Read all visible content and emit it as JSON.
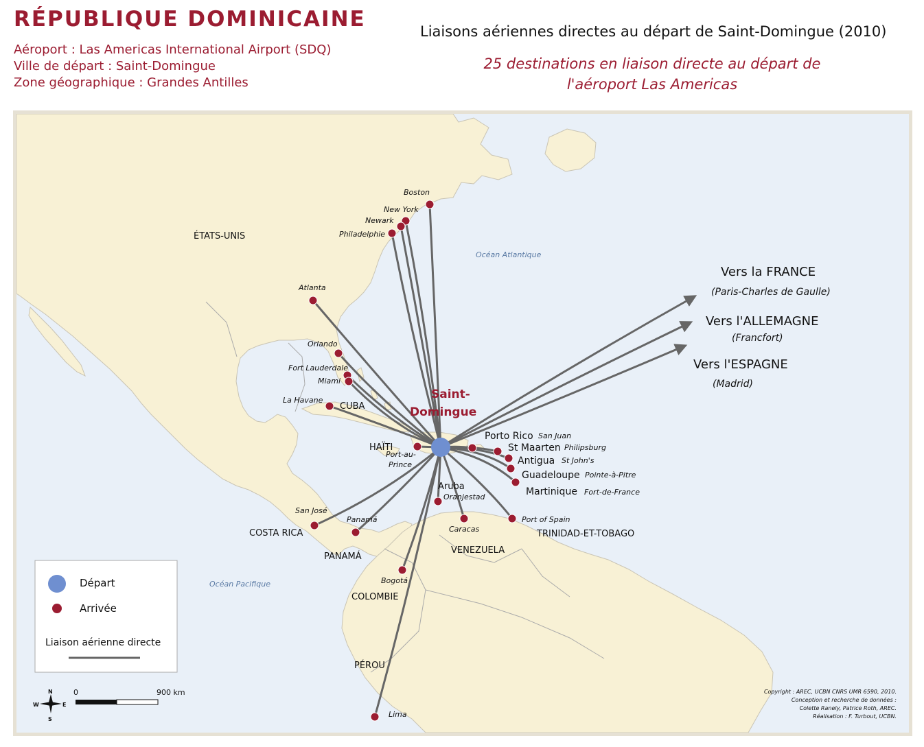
{
  "header": {
    "country": "RÉPUBLIQUE DOMINICAINE",
    "airport_line": "Aéroport : Las Americas International Airport (SDQ)",
    "city_line": "Ville de départ : Saint-Domingue",
    "zone_line": "Zone géographique : Grandes Antilles",
    "map_title": "Liaisons aériennes directes au départ de Saint-Domingue (2010)",
    "subtitle_line1": "25 destinations en liaison directe au départ de",
    "subtitle_line2": "l'aéroport Las Americas"
  },
  "colors": {
    "sea": "#e9f0f8",
    "land": "#f8f1d5",
    "border": "#aaaaaa",
    "route": "#666666",
    "departure": "#6f8fd0",
    "arrival": "#9b1c31",
    "accent_text": "#9b1c31"
  },
  "map": {
    "origin": "Saint-Domingue",
    "country_labels": {
      "usa": "ÉTATS-UNIS",
      "cuba": "CUBA",
      "haiti": "HAÏTI",
      "costa_rica": "COSTA RICA",
      "panama": "PANAMÁ",
      "venezuela": "VENEZUELA",
      "colombia": "COLOMBIE",
      "peru": "PÉROU",
      "trinidad": "TRINIDAD-ET-TOBAGO",
      "puerto_rico": "Porto Rico",
      "st_maarten": "St Maarten",
      "antigua": "Antigua",
      "guadeloupe": "Guadeloupe",
      "martinique": "Martinique",
      "aruba": "Aruba"
    },
    "ocean_labels": {
      "atlantic": "Océan Atlantique",
      "pacific": "Océan Pacifique"
    },
    "destinations": [
      "Boston",
      "New York",
      "Newark",
      "Philadelphie",
      "Atlanta",
      "Orlando",
      "Fort Lauderdale",
      "Miami",
      "La Havane",
      "Port-au-Prince",
      "San José",
      "Panamá",
      "Bogotá",
      "Lima",
      "Oranjestad",
      "Caracas",
      "Port of Spain",
      "San Juan",
      "Philipsburg",
      "St John's",
      "Pointe-à-Pitre",
      "Fort-de-France"
    ],
    "europe": [
      {
        "country": "Vers la FRANCE",
        "airport": "(Paris-Charles de Gaulle)"
      },
      {
        "country": "Vers l'ALLEMAGNE",
        "airport": "(Francfort)"
      },
      {
        "country": "Vers l'ESPAGNE",
        "airport": "(Madrid)"
      }
    ]
  },
  "legend": {
    "departure": "Départ",
    "arrival": "Arrivée",
    "route": "Liaison aérienne directe"
  },
  "scale": {
    "start": "0",
    "end": "900 km"
  },
  "compass": {
    "n": "N",
    "s": "S",
    "e": "E",
    "w": "W"
  },
  "credits": [
    "Copyright : AREC, UCBN CNRS UMR 6590, 2010.",
    "Conception et recherche de données :",
    "Colette Ranely, Patrice Roth, AREC.",
    "Réalisation : F. Turbout, UCBN."
  ]
}
